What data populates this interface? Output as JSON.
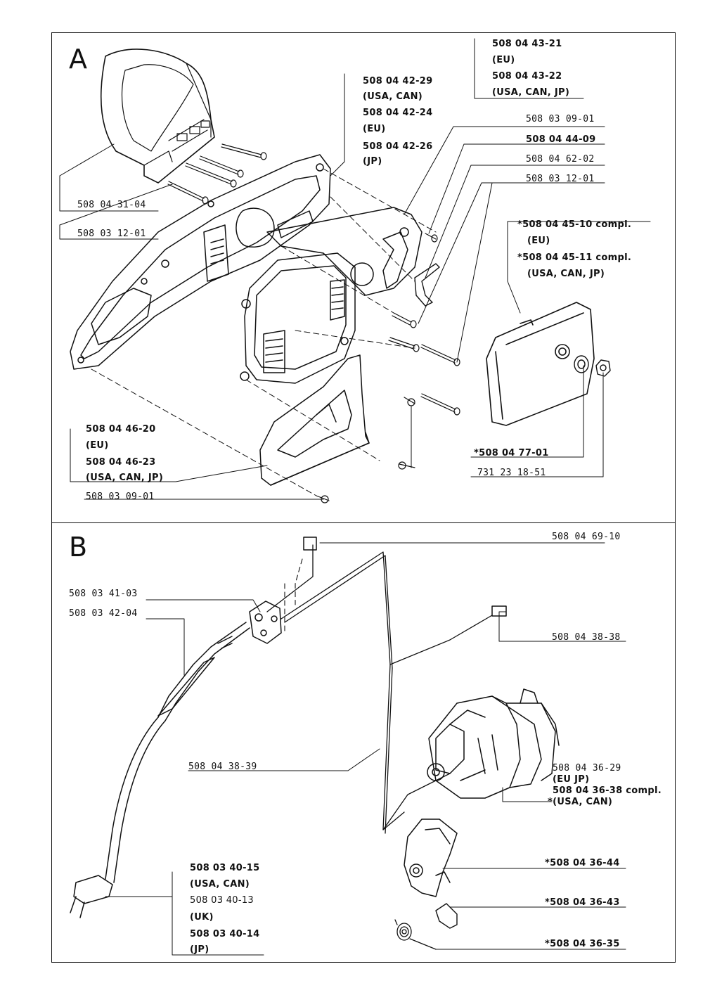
{
  "panels": {
    "a": {
      "letter": "A",
      "labels": {
        "p1": "508 04 43-21",
        "p1n": "(EU)",
        "p2": "508 04 43-22",
        "p2n": "(USA, CAN, JP)",
        "p3": "508 04 42-29",
        "p3n": "(USA, CAN)",
        "p4": "508 04 42-24",
        "p4n": "(EU)",
        "p5": "508 04 42-26",
        "p5n": "(JP)",
        "p6": "508 03 09-01",
        "p7": "508 04 44-09",
        "p8": "508 04 62-02",
        "p9": "508 03 12-01",
        "p10": "508 04 31-04",
        "p11": "508 03 12-01",
        "p12": "*508 04 45-10 compl.",
        "p12n": "(EU)",
        "p13": "*508 04 45-11 compl.",
        "p13n": "(USA, CAN, JP)",
        "p14": "508 04 46-20",
        "p14n": "(EU)",
        "p15": "508 04 46-23",
        "p15n": "(USA, CAN, JP)",
        "p16": "508 03 09-01",
        "p17": "*508 04 77-01",
        "p18": "731 23 18-51"
      }
    },
    "b": {
      "letter": "B",
      "labels": {
        "p1": "508 04 69-10",
        "p2": "508 03 41-03",
        "p3": "508 03 42-04",
        "p4": "508 04 38-38",
        "p5": "508 04 38-39",
        "p6": "508 04 36-29",
        "p6n": "(EU JP)",
        "p7": "508 04 36-38 compl.",
        "p7n": "*(USA, CAN)",
        "p8": "*508 04 36-44",
        "p9": "*508 04 36-43",
        "p10": "*508 04 36-35",
        "p11": "508 03 40-15",
        "p11n": "(USA, CAN)",
        "p12": "508 03 40-13",
        "p12n": "(UK)",
        "p13": "508 03 40-14",
        "p13n": "(JP)"
      }
    }
  },
  "icons": [
    "chain-saw-handle-icon",
    "motor-housing-icon",
    "chain-cover-icon",
    "electric-motor-icon",
    "power-cord-plug-icon",
    "switch-icon",
    "spring-icon"
  ]
}
